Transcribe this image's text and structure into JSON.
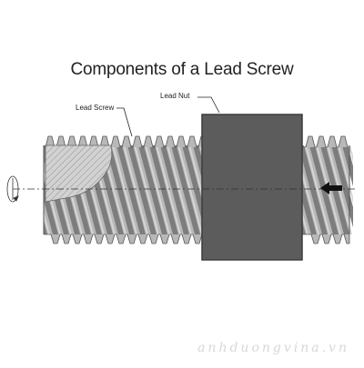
{
  "title": "Components of a Lead Screw",
  "labels": {
    "lead_screw": "Lead Screw",
    "lead_nut": "Lead Nut"
  },
  "watermark": "anhduongvina.vn",
  "colors": {
    "screw_body": "#b4b4b4",
    "thread_dark": "#7d7d7d",
    "nut": "#5c5c5c",
    "nut_border": "#3c3c3c",
    "outline": "#555555",
    "arrow": "#111111"
  },
  "icons": {
    "rotation": "rotation-arrow-icon",
    "direction": "left-arrow-icon"
  }
}
